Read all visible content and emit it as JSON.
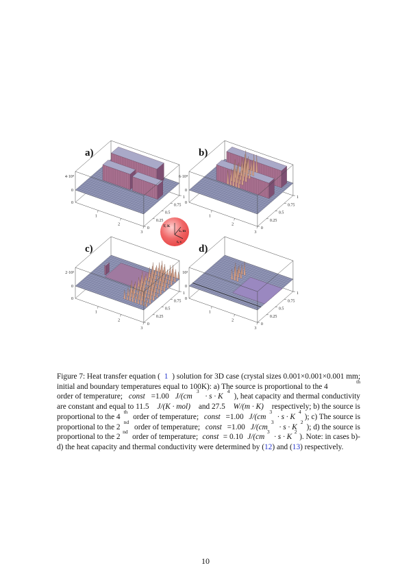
{
  "figure": {
    "panels": [
      {
        "label": "a)",
        "z_ticks": [
          "0",
          "4·10⁴"
        ],
        "x_ticks": [
          "0",
          "1",
          "2",
          "3"
        ],
        "y_ticks": [
          "0",
          "0.25",
          "0.5",
          "0.75",
          "1"
        ]
      },
      {
        "label": "b)",
        "z_ticks": [
          "0",
          "6·10⁴"
        ],
        "x_ticks": [
          "0",
          "1",
          "2",
          "3"
        ],
        "y_ticks": [
          "0",
          "0.25",
          "0.5",
          "0.75",
          "1"
        ]
      },
      {
        "label": "c)",
        "z_ticks": [
          "0",
          "2·10³"
        ],
        "x_ticks": [
          "0",
          "1",
          "2",
          "3"
        ],
        "y_ticks": [
          "0",
          "0.25",
          "0.5",
          "0.75",
          "1"
        ]
      },
      {
        "label": "d)",
        "z_ticks": [
          "0",
          "10³"
        ],
        "x_ticks": [
          "0",
          "1",
          "2",
          "3"
        ],
        "y_ticks": [
          "0",
          "0.25",
          "0.5",
          "0.75",
          "1"
        ]
      }
    ],
    "legend": {
      "z_axis": "T, K",
      "y_axis": "x, m",
      "x_axis": "t, s",
      "color": "#e84a4a"
    },
    "colors": {
      "surface": "#8a8fb0",
      "peak": "#a8708f",
      "peak_light": "#d9a58f"
    }
  },
  "caption": {
    "lines": [
      [
        {
          "t": "Figure 7: Heat transfer equation ("
        },
        {
          "t": "1",
          "s": "ref"
        },
        {
          "t": ") solution for 3D case (crystal sizes 0.001×0.001×0.001 mm;"
        }
      ],
      [
        {
          "t": "initial and boundary temperatures equal to 100K): a) The source is proportional to the 4"
        },
        {
          "t": "th",
          "s": "sup"
        }
      ],
      [
        {
          "t": "order of temperature; "
        },
        {
          "t": "const",
          "s": "i"
        },
        {
          "t": " =1.00 "
        },
        {
          "t": "J/(cm",
          "s": "i"
        },
        {
          "t": "3",
          "s": "sup"
        },
        {
          "t": " · s · K",
          "s": "i"
        },
        {
          "t": "4",
          "s": "sup"
        },
        {
          "t": "), heat capacity and thermal conductivity"
        }
      ],
      [
        {
          "t": "are constant and equal to 11.5 "
        },
        {
          "t": "J/(K · mol)",
          "s": "i"
        },
        {
          "t": " and 27.5 "
        },
        {
          "t": "W/(m · K)",
          "s": "i"
        },
        {
          "t": " respectively; b) the source is"
        }
      ],
      [
        {
          "t": "proportional to the 4"
        },
        {
          "t": "th",
          "s": "sup"
        },
        {
          "t": " order of temperature; "
        },
        {
          "t": "const",
          "s": "i"
        },
        {
          "t": " =1.00 "
        },
        {
          "t": "J/(cm",
          "s": "i"
        },
        {
          "t": "3",
          "s": "sup"
        },
        {
          "t": " · s · K",
          "s": "i"
        },
        {
          "t": "4",
          "s": "sup"
        },
        {
          "t": "); c) The source is"
        }
      ],
      [
        {
          "t": "proportional to the 2"
        },
        {
          "t": "nd",
          "s": "sup"
        },
        {
          "t": " order of temperature; "
        },
        {
          "t": "const",
          "s": "i"
        },
        {
          "t": " =1.00 "
        },
        {
          "t": "J/(cm",
          "s": "i"
        },
        {
          "t": "3",
          "s": "sup"
        },
        {
          "t": " · s · K",
          "s": "i"
        },
        {
          "t": "2",
          "s": "sup"
        },
        {
          "t": "); d) the source is"
        }
      ],
      [
        {
          "t": "proportional to the 2"
        },
        {
          "t": "nd",
          "s": "sup"
        },
        {
          "t": " order of temperature; "
        },
        {
          "t": "const",
          "s": "i"
        },
        {
          "t": " = 0.10 "
        },
        {
          "t": "J/(cm",
          "s": "i"
        },
        {
          "t": "3",
          "s": "sup"
        },
        {
          "t": " · s · K",
          "s": "i"
        },
        {
          "t": "2",
          "s": "sup"
        },
        {
          "t": "). Note: in cases b)-"
        }
      ],
      [
        {
          "t": "d) the heat capacity and thermal conductivity were determined by ("
        },
        {
          "t": "12",
          "s": "ref"
        },
        {
          "t": ") and ("
        },
        {
          "t": "13",
          "s": "ref"
        },
        {
          "t": ") respectively."
        }
      ]
    ]
  },
  "page_number": "10"
}
